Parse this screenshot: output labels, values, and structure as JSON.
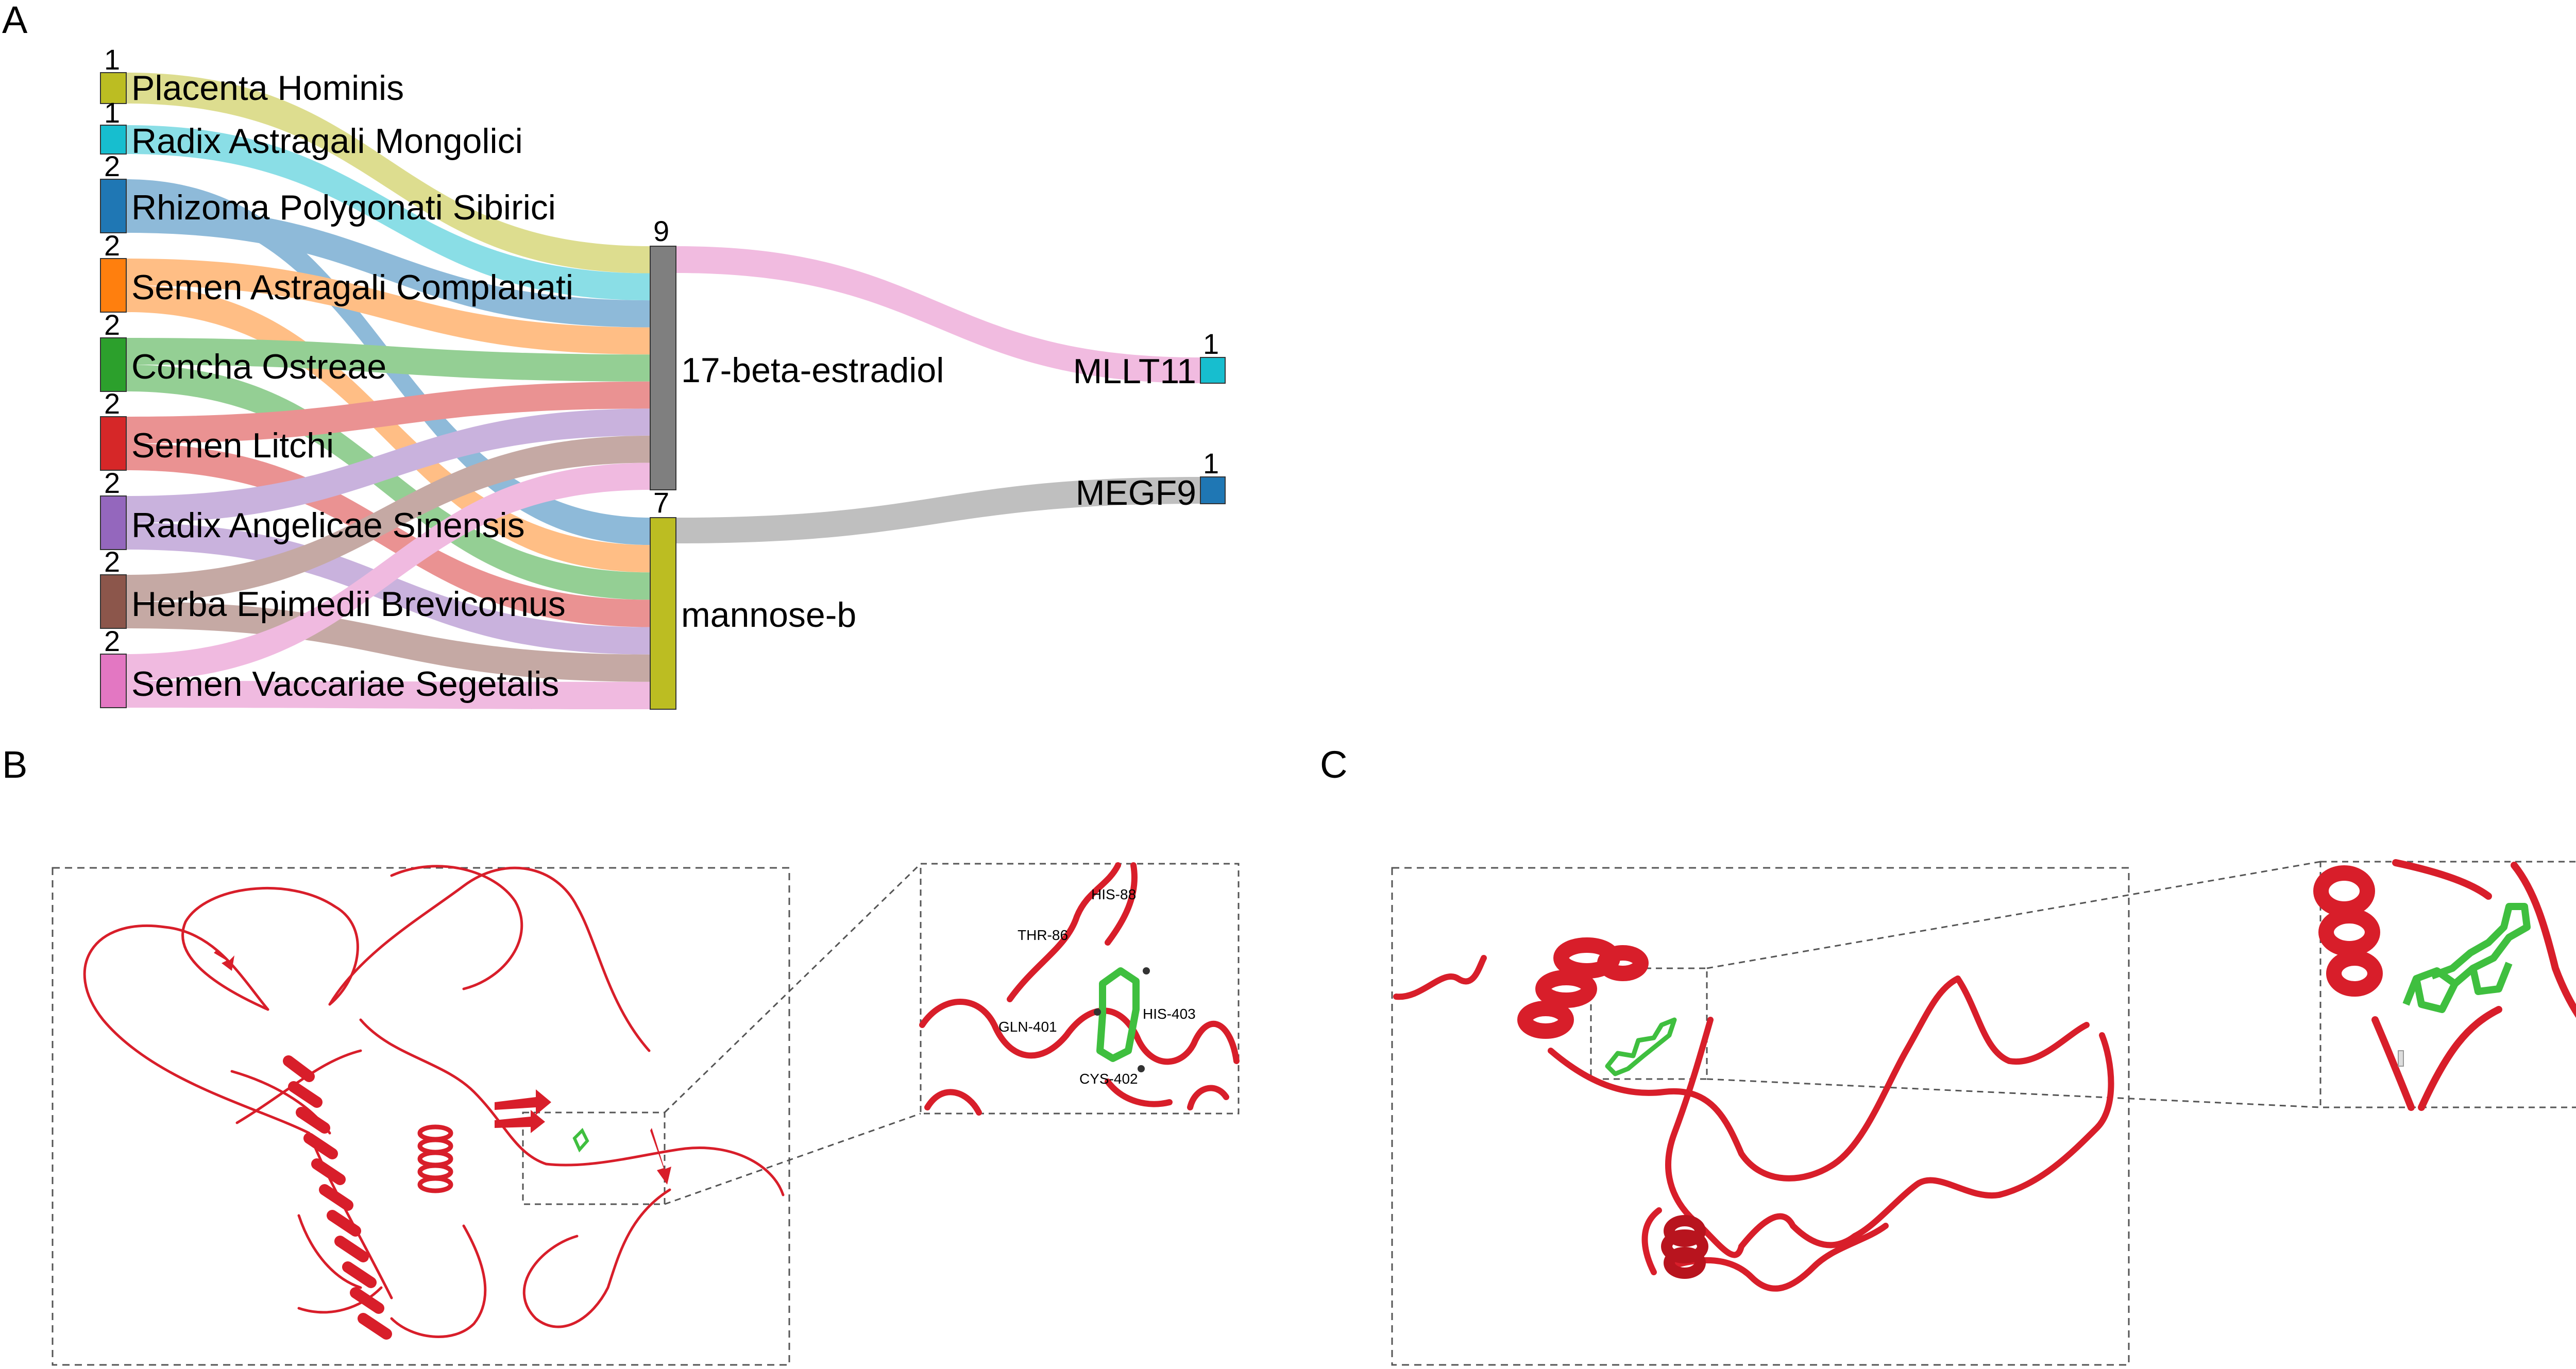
{
  "panels": {
    "a": "A",
    "b": "B",
    "c": "C"
  },
  "sankey": {
    "herbs": [
      {
        "name": "Placenta Hominis",
        "count": "1",
        "color": "#bcbd22"
      },
      {
        "name": "Radix Astragali Mongolici",
        "count": "1",
        "color": "#17becf"
      },
      {
        "name": "Rhizoma Polygonati Sibirici",
        "count": "2",
        "color": "#1f77b4"
      },
      {
        "name": "Semen Astragali Complanati",
        "count": "2",
        "color": "#ff7f0e"
      },
      {
        "name": "Concha Ostreae",
        "count": "2",
        "color": "#2ca02c"
      },
      {
        "name": "Semen Litchi",
        "count": "2",
        "color": "#d62728"
      },
      {
        "name": "Radix Angelicae Sinensis",
        "count": "2",
        "color": "#9467bd"
      },
      {
        "name": "Herba Epimedii Brevicornus",
        "count": "2",
        "color": "#8c564b"
      },
      {
        "name": "Semen Vaccariae Segetalis",
        "count": "2",
        "color": "#e377c2"
      }
    ],
    "compounds": [
      {
        "name": "17-beta-estradiol",
        "count": "9",
        "color": "#7f7f7f"
      },
      {
        "name": "mannose-b",
        "count": "7",
        "color": "#bcbd22"
      }
    ],
    "targets": [
      {
        "name": "MLLT11",
        "count": "1",
        "color": "#17becf"
      },
      {
        "name": "MEGF9",
        "count": "1",
        "color": "#1f77b4"
      }
    ]
  },
  "panel_b": {
    "residues": [
      "HIS-88",
      "THR-86",
      "GLN-401",
      "HIS-403",
      "CYS-402"
    ]
  },
  "colors": {
    "protein": "#d81e2a",
    "ligand": "#3fbf3f",
    "box_border": "#555555"
  }
}
